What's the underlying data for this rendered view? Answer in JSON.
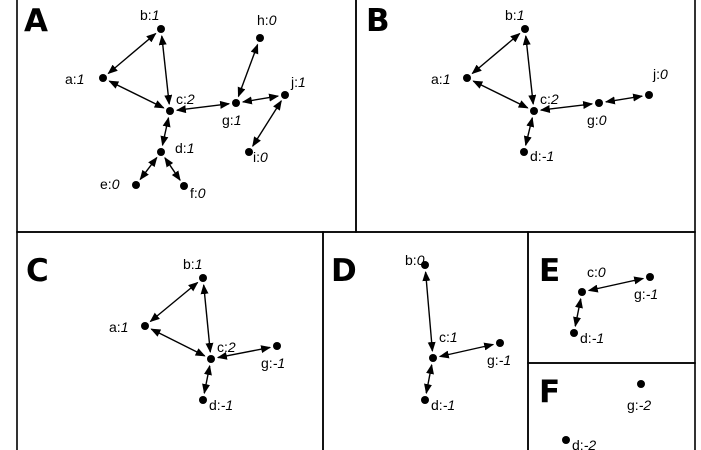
{
  "panels": [
    {
      "id": "A",
      "label": "A",
      "nodes": [
        {
          "id": "a",
          "name": "a",
          "value": "1"
        },
        {
          "id": "b",
          "name": "b",
          "value": "1"
        },
        {
          "id": "c",
          "name": "c",
          "value": "2"
        },
        {
          "id": "d",
          "name": "d",
          "value": "1"
        },
        {
          "id": "e",
          "name": "e",
          "value": "0"
        },
        {
          "id": "f",
          "name": "f",
          "value": "0"
        },
        {
          "id": "g",
          "name": "g",
          "value": "1"
        },
        {
          "id": "h",
          "name": "h",
          "value": "0"
        },
        {
          "id": "i",
          "name": "i",
          "value": "0"
        },
        {
          "id": "j",
          "name": "j",
          "value": "1"
        }
      ],
      "edges": [
        [
          "a",
          "b"
        ],
        [
          "a",
          "c"
        ],
        [
          "b",
          "c"
        ],
        [
          "c",
          "g"
        ],
        [
          "c",
          "d"
        ],
        [
          "d",
          "e"
        ],
        [
          "d",
          "f"
        ],
        [
          "g",
          "h"
        ],
        [
          "g",
          "j"
        ],
        [
          "j",
          "i"
        ]
      ]
    },
    {
      "id": "B",
      "label": "B",
      "nodes": [
        {
          "id": "a",
          "name": "a",
          "value": "1"
        },
        {
          "id": "b",
          "name": "b",
          "value": "1"
        },
        {
          "id": "c",
          "name": "c",
          "value": "2"
        },
        {
          "id": "d",
          "name": "d",
          "value": "-1"
        },
        {
          "id": "g",
          "name": "g",
          "value": "0"
        },
        {
          "id": "j",
          "name": "j",
          "value": "0"
        }
      ],
      "edges": [
        [
          "a",
          "b"
        ],
        [
          "a",
          "c"
        ],
        [
          "b",
          "c"
        ],
        [
          "c",
          "g"
        ],
        [
          "c",
          "d"
        ],
        [
          "g",
          "j"
        ]
      ]
    },
    {
      "id": "C",
      "label": "C",
      "nodes": [
        {
          "id": "a",
          "name": "a",
          "value": "1"
        },
        {
          "id": "b",
          "name": "b",
          "value": "1"
        },
        {
          "id": "c",
          "name": "c",
          "value": "2"
        },
        {
          "id": "d",
          "name": "d",
          "value": "-1"
        },
        {
          "id": "g",
          "name": "g",
          "value": "-1"
        }
      ],
      "edges": [
        [
          "a",
          "b"
        ],
        [
          "a",
          "c"
        ],
        [
          "b",
          "c"
        ],
        [
          "c",
          "g"
        ],
        [
          "c",
          "d"
        ]
      ]
    },
    {
      "id": "D",
      "label": "D",
      "nodes": [
        {
          "id": "b",
          "name": "b",
          "value": "0"
        },
        {
          "id": "c",
          "name": "c",
          "value": "1"
        },
        {
          "id": "d",
          "name": "d",
          "value": "-1"
        },
        {
          "id": "g",
          "name": "g",
          "value": "-1"
        }
      ],
      "edges": [
        [
          "b",
          "c"
        ],
        [
          "c",
          "g"
        ],
        [
          "c",
          "d"
        ]
      ]
    },
    {
      "id": "E",
      "label": "E",
      "nodes": [
        {
          "id": "c",
          "name": "c",
          "value": "0"
        },
        {
          "id": "d",
          "name": "d",
          "value": "-1"
        },
        {
          "id": "g",
          "name": "g",
          "value": "-1"
        }
      ],
      "edges": [
        [
          "c",
          "g"
        ],
        [
          "c",
          "d"
        ]
      ]
    },
    {
      "id": "F",
      "label": "F",
      "nodes": [
        {
          "id": "d",
          "name": "d",
          "value": "-2"
        },
        {
          "id": "g",
          "name": "g",
          "value": "-2"
        }
      ],
      "edges": []
    }
  ]
}
